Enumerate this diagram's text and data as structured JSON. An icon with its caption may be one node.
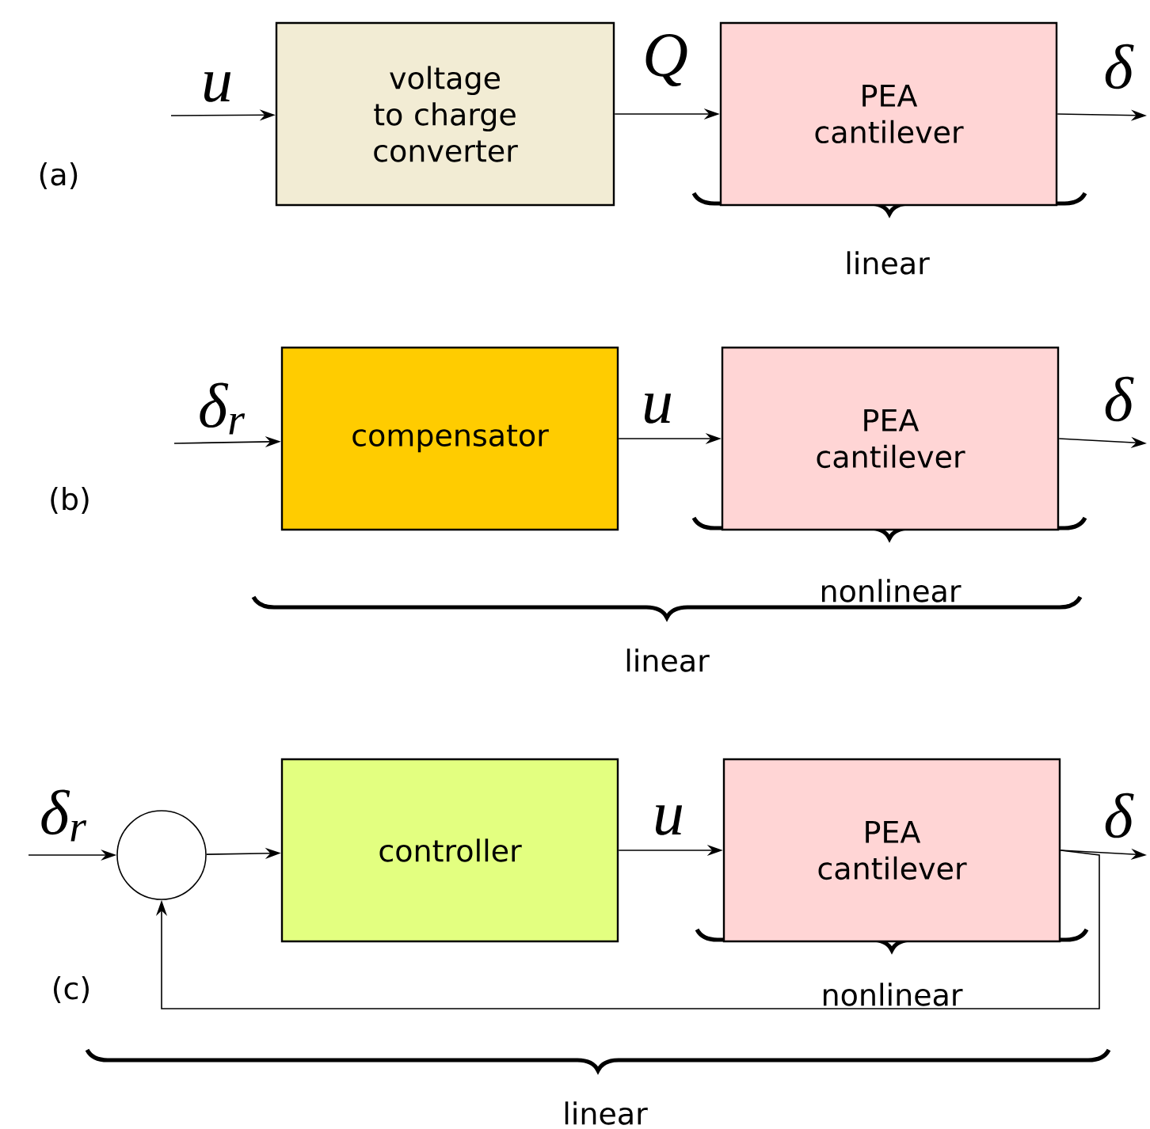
{
  "diagram": {
    "nodes": [
      {
        "text": [
          "voltage to charge converter"
        ]
      },
      {
        "text": [
          "PEA cantilever"
        ]
      },
      {
        "text": [
          "compensator"
        ]
      },
      {
        "text": [
          "PEA cantilever"
        ]
      },
      {
        "text": [],
        "shape": "circle"
      },
      {
        "text": [
          "controller"
        ]
      },
      {
        "text": [
          "PEA cantilever"
        ]
      }
    ],
    "edges": [
      {
        "from": null,
        "to": 0,
        "arrow": "to",
        "label": "u"
      },
      {
        "from": 0,
        "to": 1,
        "arrow": "to",
        "label": "Q"
      },
      {
        "from": 1,
        "to": null,
        "arrow": "to",
        "label": "δ"
      },
      {
        "from": null,
        "to": 2,
        "arrow": "to",
        "label": "δ$_{r}$"
      },
      {
        "from": 2,
        "to": 3,
        "arrow": "to",
        "label": "u"
      },
      {
        "from": 3,
        "to": null,
        "arrow": "to",
        "label": "δ"
      },
      {
        "from": null,
        "to": 4,
        "arrow": "to",
        "label": "δ$_{r}$"
      },
      {
        "from": 4,
        "to": 5,
        "arrow": "to"
      },
      {
        "from": 5,
        "to": 6,
        "arrow": "to",
        "label": "u"
      },
      {
        "from": 6,
        "to": null,
        "arrow": "to",
        "label": "δ"
      },
      {
        "from": 6,
        "to": 4,
        "arrow": "to"
      }
    ],
    "labels": [
      "(a)",
      "linear",
      "(b)",
      "nonlinear",
      "linear",
      "(c)",
      "nonlinear",
      "linear"
    ]
  }
}
